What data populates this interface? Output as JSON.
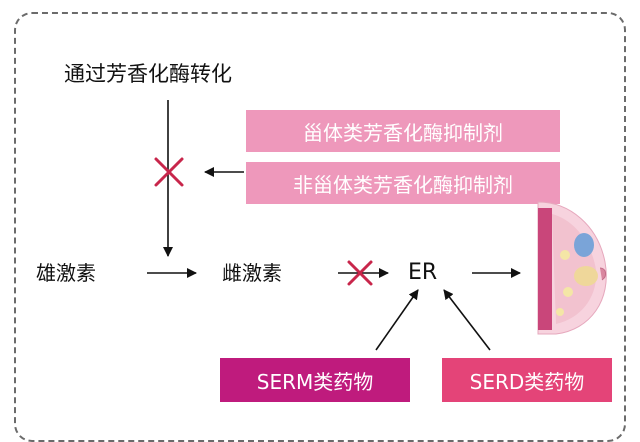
{
  "diagram": {
    "title": "通过芳香化酶转化",
    "inhibitors": [
      "甾体类芳香化酶抑制剂",
      "非甾体类芳香化酶抑制剂"
    ],
    "nodes": {
      "androgen": "雄激素",
      "estrogen": "雌激素",
      "receptor": "ER"
    },
    "drugs": {
      "serm": "SERM类药物",
      "serd": "SERD类药物"
    },
    "colors": {
      "inhibitor_box": "#ee98bb",
      "serm_box": "#bf1b7d",
      "serd_box": "#e44478",
      "cross": "#c8264b"
    }
  }
}
